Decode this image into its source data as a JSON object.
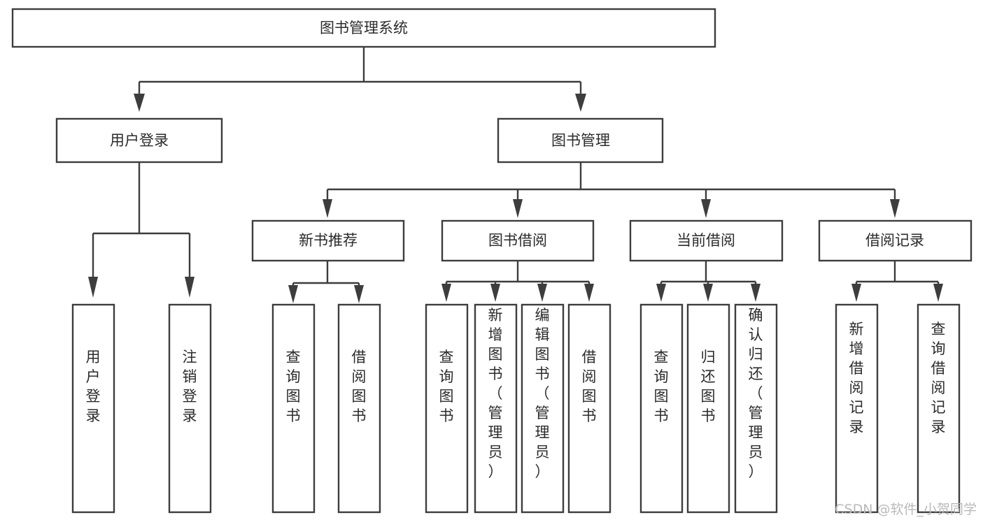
{
  "diagram": {
    "type": "tree-hierarchy",
    "title": "图书管理系统",
    "root": {
      "label": "图书管理系统",
      "id": "root"
    },
    "level2": [
      {
        "id": "user-login",
        "label": "用户登录"
      },
      {
        "id": "book-manage",
        "label": "图书管理"
      }
    ],
    "level3": [
      {
        "id": "new-book-recommend",
        "label": "新书推荐",
        "parent": "book-manage"
      },
      {
        "id": "book-borrow",
        "label": "图书借阅",
        "parent": "book-manage"
      },
      {
        "id": "current-borrow",
        "label": "当前借阅",
        "parent": "book-manage"
      },
      {
        "id": "borrow-record",
        "label": "借阅记录",
        "parent": "book-manage"
      }
    ],
    "leaves": [
      {
        "id": "leaf-user-login",
        "label": "用户登录",
        "parent": "user-login"
      },
      {
        "id": "leaf-logout-login",
        "label": "注销登录",
        "parent": "user-login"
      },
      {
        "id": "leaf-query-book-1",
        "label": "查询图书",
        "parent": "new-book-recommend"
      },
      {
        "id": "leaf-borrow-book-1",
        "label": "借阅图书",
        "parent": "new-book-recommend"
      },
      {
        "id": "leaf-query-book-2",
        "label": "查询图书",
        "parent": "book-borrow"
      },
      {
        "id": "leaf-add-book",
        "label": "新增图书（管理员）",
        "parent": "book-borrow"
      },
      {
        "id": "leaf-edit-book",
        "label": "编辑图书（管理员）",
        "parent": "book-borrow"
      },
      {
        "id": "leaf-borrow-book-2",
        "label": "借阅图书",
        "parent": "book-borrow"
      },
      {
        "id": "leaf-query-book-3",
        "label": "查询图书",
        "parent": "current-borrow"
      },
      {
        "id": "leaf-return-book",
        "label": "归还图书",
        "parent": "current-borrow"
      },
      {
        "id": "leaf-confirm-return",
        "label": "确认归还（管理员）",
        "parent": "current-borrow"
      },
      {
        "id": "leaf-add-record",
        "label": "新增借阅记录",
        "parent": "borrow-record"
      },
      {
        "id": "leaf-query-record",
        "label": "查询借阅记录",
        "parent": "borrow-record"
      }
    ],
    "watermark": "CSDN @软件_小贺同学",
    "colors": {
      "background": "#ffffff",
      "box_fill": "#ffffff",
      "box_stroke": "#3d3d3d",
      "text": "#2b2b2b",
      "watermark": "#b9b9b9"
    }
  }
}
